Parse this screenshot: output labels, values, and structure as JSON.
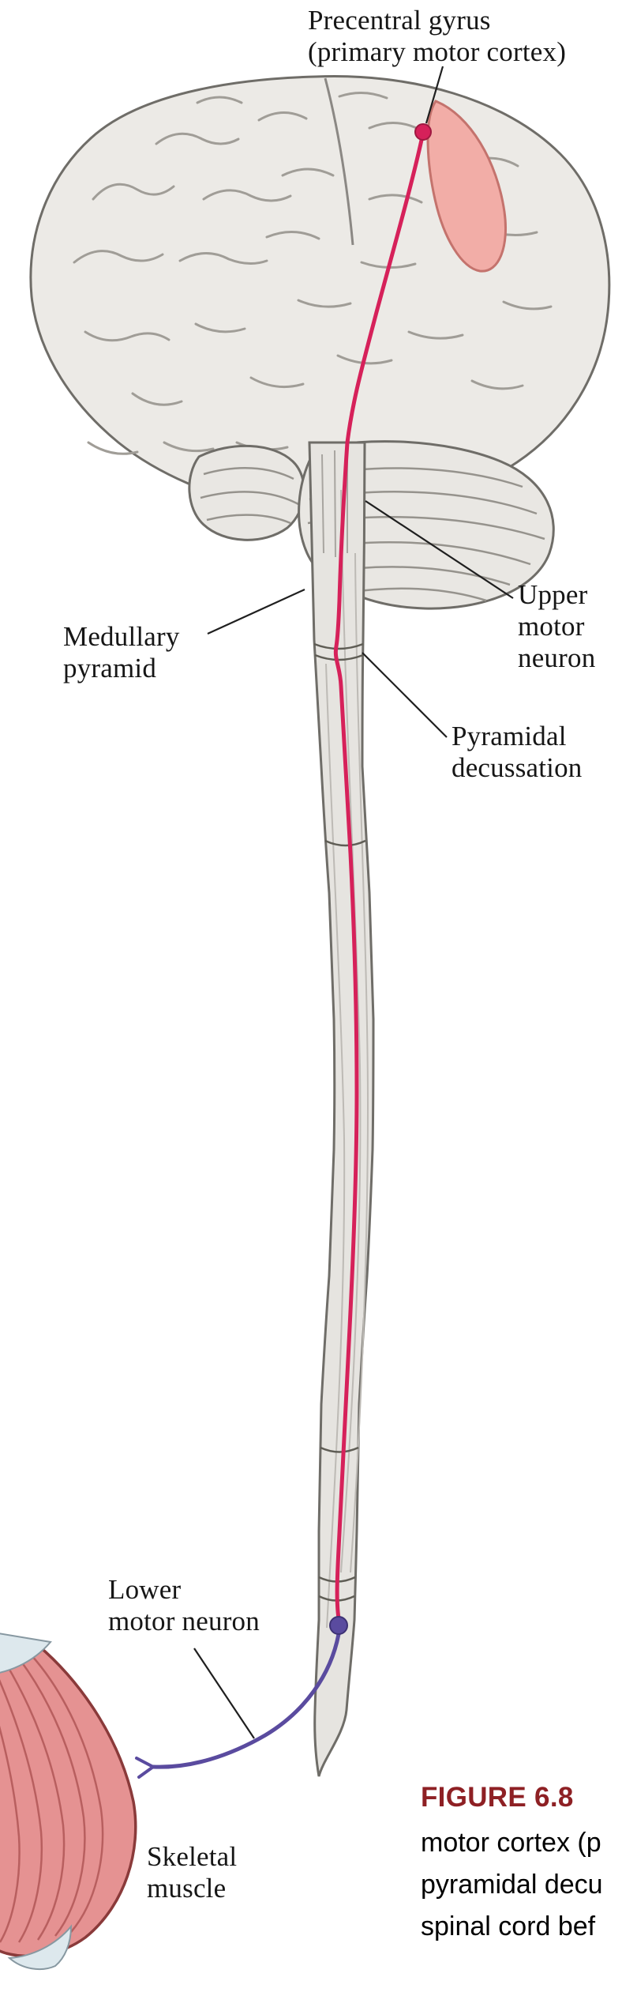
{
  "diagram": {
    "labels": {
      "precentral_gyrus": {
        "line1": "Precentral gyrus",
        "line2": "(primary motor cortex)"
      },
      "medullary_pyramid": {
        "line1": "Medullary",
        "line2": "pyramid"
      },
      "upper_motor_neuron": {
        "line1": "Upper",
        "line2": "motor",
        "line3": "neuron"
      },
      "pyramidal_decussation": {
        "line1": "Pyramidal",
        "line2": "decussation"
      },
      "lower_motor_neuron": {
        "line1": "Lower",
        "line2": "motor neuron"
      },
      "skeletal_muscle": {
        "line1": "Skeletal",
        "line2": "muscle"
      }
    },
    "caption": {
      "figure_number": "FIGURE 6.8",
      "line1": "motor cortex (p",
      "line2": "pyramidal decu",
      "line3": "spinal cord bef"
    },
    "colors": {
      "upper_motor_neuron_tract": "#d6215a",
      "lower_motor_neuron": "#5a4b9f",
      "precentral_gyrus_highlight": "#f2ada7",
      "figure_number_text": "#8e2024",
      "muscle_fill": "#e59292",
      "brain_fill": "#eceae6"
    }
  }
}
